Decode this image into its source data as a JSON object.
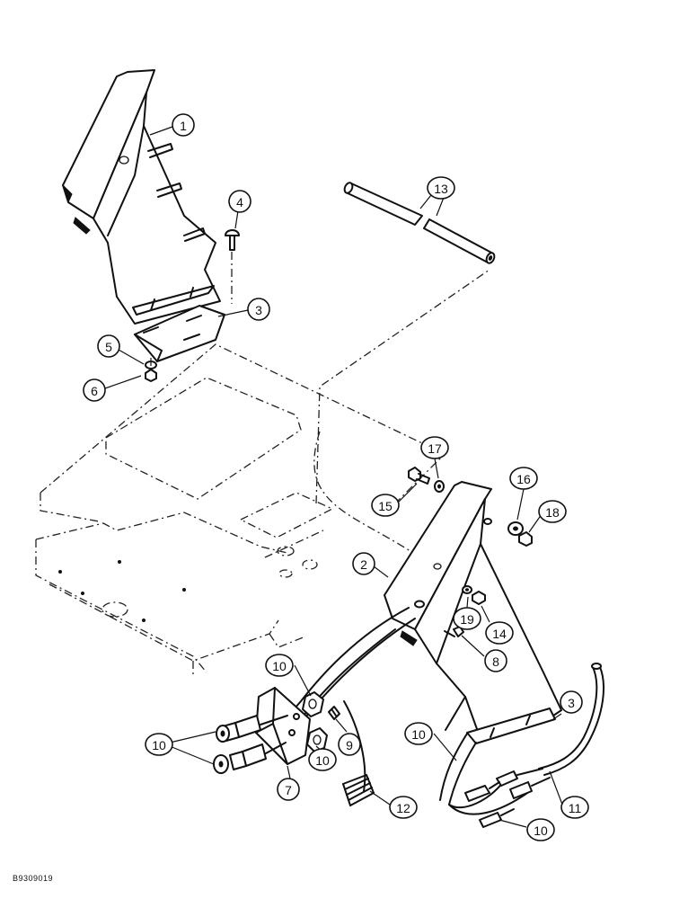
{
  "figure": {
    "reference_code": "B9309019",
    "callouts": [
      "1",
      "2",
      "3",
      "4",
      "5",
      "6",
      "7",
      "8",
      "9",
      "10",
      "11",
      "12",
      "13",
      "14",
      "15",
      "16",
      "17",
      "18",
      "19"
    ]
  },
  "parts": [
    {
      "id": "1",
      "part": "lever-bracket-upper"
    },
    {
      "id": "2",
      "part": "lever-bracket-lower"
    },
    {
      "id": "3",
      "part": "mounting-plate"
    },
    {
      "id": "4",
      "part": "carriage-bolt"
    },
    {
      "id": "5",
      "part": "washer"
    },
    {
      "id": "6",
      "part": "nut"
    },
    {
      "id": "7",
      "part": "bulkhead-plate"
    },
    {
      "id": "8",
      "part": "screw"
    },
    {
      "id": "9",
      "part": "clip"
    },
    {
      "id": "10",
      "part": "cable-fitting"
    },
    {
      "id": "11",
      "part": "harness"
    },
    {
      "id": "12",
      "part": "spring"
    },
    {
      "id": "13",
      "part": "tube"
    },
    {
      "id": "14",
      "part": "bolt"
    },
    {
      "id": "15",
      "part": "bolt"
    },
    {
      "id": "16",
      "part": "washer-large"
    },
    {
      "id": "17",
      "part": "washer"
    },
    {
      "id": "18",
      "part": "nut"
    },
    {
      "id": "19",
      "part": "washer"
    }
  ]
}
